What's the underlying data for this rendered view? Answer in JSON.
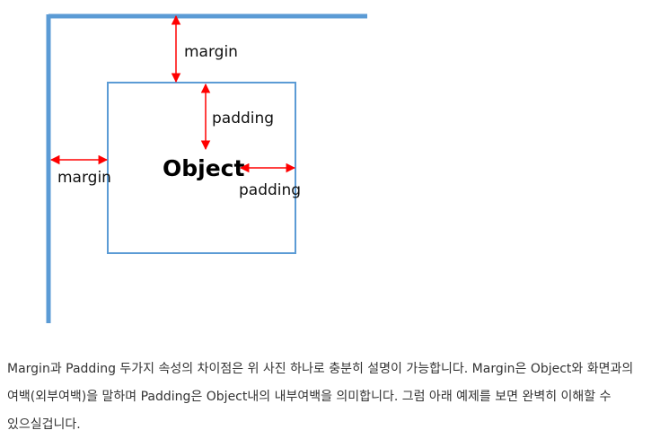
{
  "diagram": {
    "margin_top_label": "margin",
    "margin_left_label": "margin",
    "padding_top_label": "padding",
    "padding_right_label": "padding",
    "object_label": "Object",
    "colors": {
      "container_border": "#5b9bd5",
      "object_border": "#5b9bd5",
      "arrow": "#ff0000"
    }
  },
  "caption": {
    "text": "Margin과 Padding 두가지 속성의 차이점은 위 사진 하나로 충분히 설명이 가능합니다. Margin은 Object와 화면과의 여백(외부여백)을 말하며 Padding은 Object내의 내부여백을 의미합니다. 그럼 아래 예제를 보면 완벽히 이해할 수 있으실겁니다."
  }
}
